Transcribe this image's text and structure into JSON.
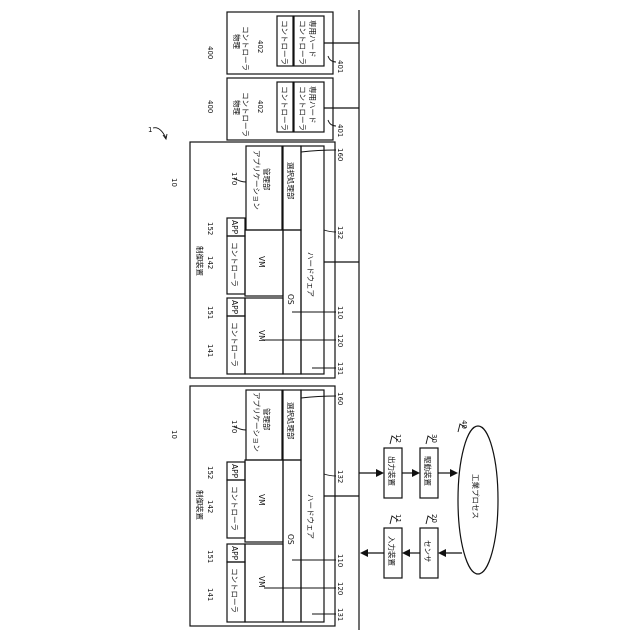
{
  "figure": {
    "system_ref": "1",
    "bus_ref": "",
    "control_device": {
      "ref": "10",
      "title": "制御装置",
      "controller": "コントローラ",
      "vm": "VM",
      "app": "APP",
      "os": "OS",
      "hardware": "ハードウェア",
      "app_manager": "アプリケーション管理部",
      "app_manager_line1": "アプリケーション",
      "app_manager_line2": "管理部",
      "selection": "選択処理部",
      "refs": {
        "controller1": "141",
        "controller2": "142",
        "app1": "151",
        "app2": "152",
        "manager": "170",
        "selection": "160",
        "vm": "120",
        "os": "110",
        "hardware": "131",
        "hw2": "132"
      }
    },
    "physical_controller": {
      "ref": "400",
      "title_line1": "物理",
      "title_line2": "コントローラ",
      "controller": "コントローラ",
      "controller_ref": "402",
      "dedicated_hw_line1": "コントローラ",
      "dedicated_hw_line2": "専用ハード",
      "dedicated_hw_ref": "401"
    },
    "io": {
      "input_device": "入力装置",
      "input_ref": "11",
      "output_device": "出力装置",
      "output_ref": "12",
      "sensor": "センサ",
      "sensor_ref": "20",
      "drive_device": "駆動装置",
      "drive_ref": "30",
      "process": "工業プロセス",
      "process_ref": "40"
    }
  }
}
